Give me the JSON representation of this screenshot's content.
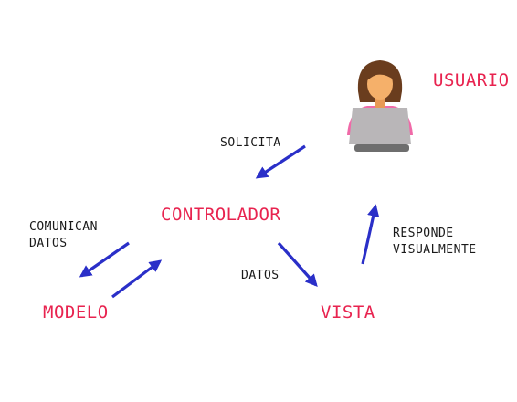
{
  "nodes": {
    "usuario": "USUARIO",
    "controlador": "CONTROLADOR",
    "modelo": "MODELO",
    "vista": "VISTA"
  },
  "edges": {
    "solicita": "SOLICITA",
    "comunican_datos": [
      "COMUNICAN",
      "DATOS"
    ],
    "datos": "DATOS",
    "responde_visualmente": [
      "RESPONDE",
      "VISUALMENTE"
    ]
  },
  "icons": {
    "user": "person-at-laptop-icon"
  },
  "colors": {
    "node_text": "#e8234f",
    "label_text": "#1a1a1a",
    "arrow": "#2a2fc8",
    "skin": "#f5b06a",
    "hair": "#6a3d1e",
    "shirt": "#f06aa8",
    "laptop": "#b9b6b8"
  }
}
